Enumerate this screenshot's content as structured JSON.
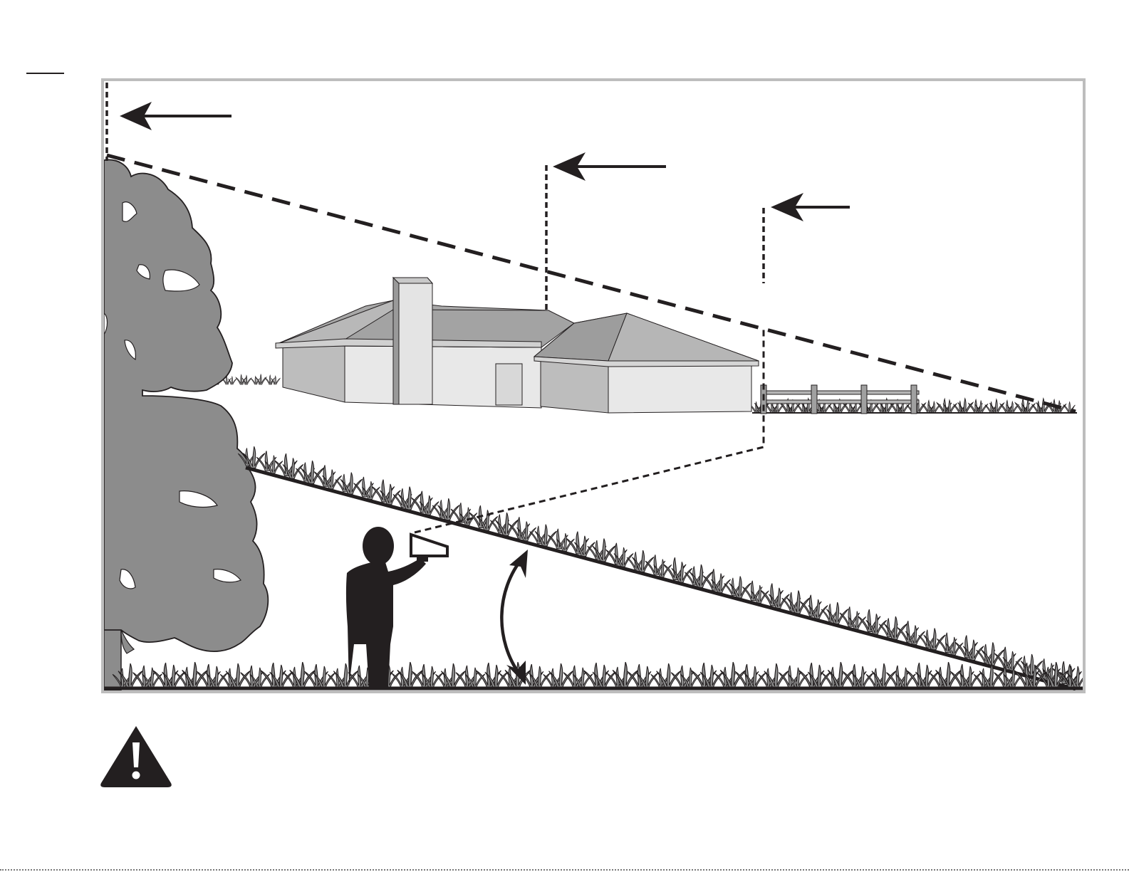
{
  "page": {
    "background": "#ffffff",
    "frame_color": "#bdbdbd",
    "ink_color": "#231f20",
    "tree_fill": "#8c8c8c",
    "roof_fill": "#a8a8a8",
    "wall_light": "#e8e8e8",
    "wall_mid": "#c9c9c9",
    "grass_fill": "#9a9a9a"
  },
  "illustration": {
    "subjects": [
      "tree",
      "house",
      "fence",
      "person-with-clinometer",
      "slope-line",
      "sight-lines",
      "angle-arrow"
    ],
    "height_markers": 3,
    "angle_arrow": "double-headed"
  },
  "warning": {
    "icon": "warning-triangle-icon"
  }
}
